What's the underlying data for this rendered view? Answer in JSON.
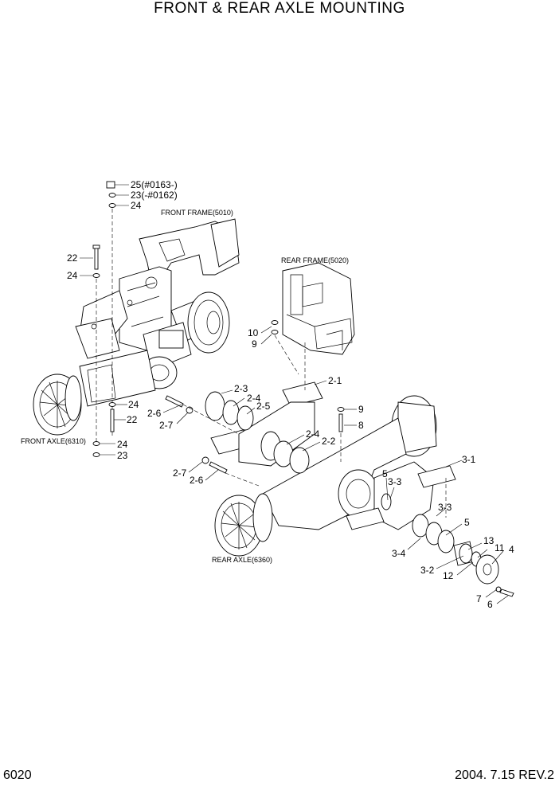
{
  "title": "FRONT & REAR AXLE MOUNTING",
  "page_number": "6020",
  "revision": "2004. 7.15  REV.2",
  "sections": {
    "front_frame": "FRONT FRAME(5010)",
    "rear_frame": "REAR FRAME(5020)",
    "front_axle": "FRONT AXLE(6310)",
    "rear_axle": "REAR AXLE(6360)"
  },
  "callouts": {
    "c25": "25(#0163-)",
    "c23a": "23(-#0162)",
    "c24a": "24",
    "c22a": "22",
    "c24b": "24",
    "c10": "10",
    "c9a": "9",
    "c2_3": "2-3",
    "c2_4a": "2-4",
    "c2_5": "2-5",
    "c2_6a": "2-6",
    "c2_7a": "2-7",
    "c24c": "24",
    "c22b": "22",
    "c24d": "24",
    "c23b": "23",
    "c2_1": "2-1",
    "c9b": "9",
    "c8": "8",
    "c2_4b": "2-4",
    "c2_2": "2-2",
    "c2_7b": "2-7",
    "c2_6b": "2-6",
    "c3_1": "3-1",
    "c5a": "5",
    "c3_3a": "3-3",
    "c3_3b": "3-3",
    "c5b": "5",
    "c3_4": "3-4",
    "c13": "13",
    "c11": "11",
    "c4": "4",
    "c3_2": "3-2",
    "c12": "12",
    "c7": "7",
    "c6": "6"
  }
}
